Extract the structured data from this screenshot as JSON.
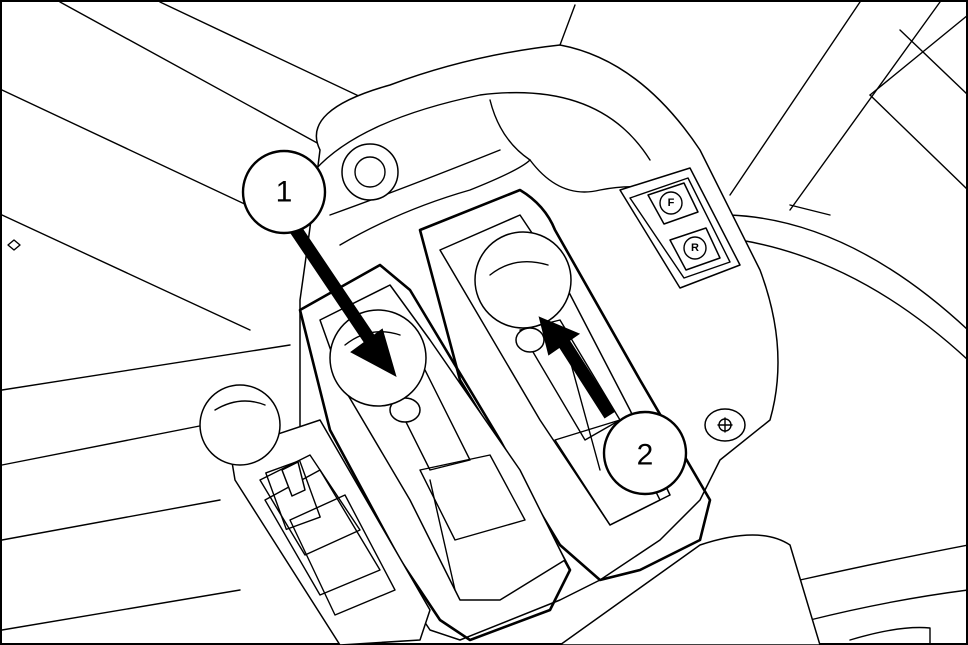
{
  "diagram": {
    "callouts": [
      {
        "id": "1",
        "label": "1"
      },
      {
        "id": "2",
        "label": "2"
      }
    ],
    "switches": [
      {
        "id": "forward",
        "letter": "F"
      },
      {
        "id": "reverse",
        "letter": "R"
      }
    ]
  }
}
